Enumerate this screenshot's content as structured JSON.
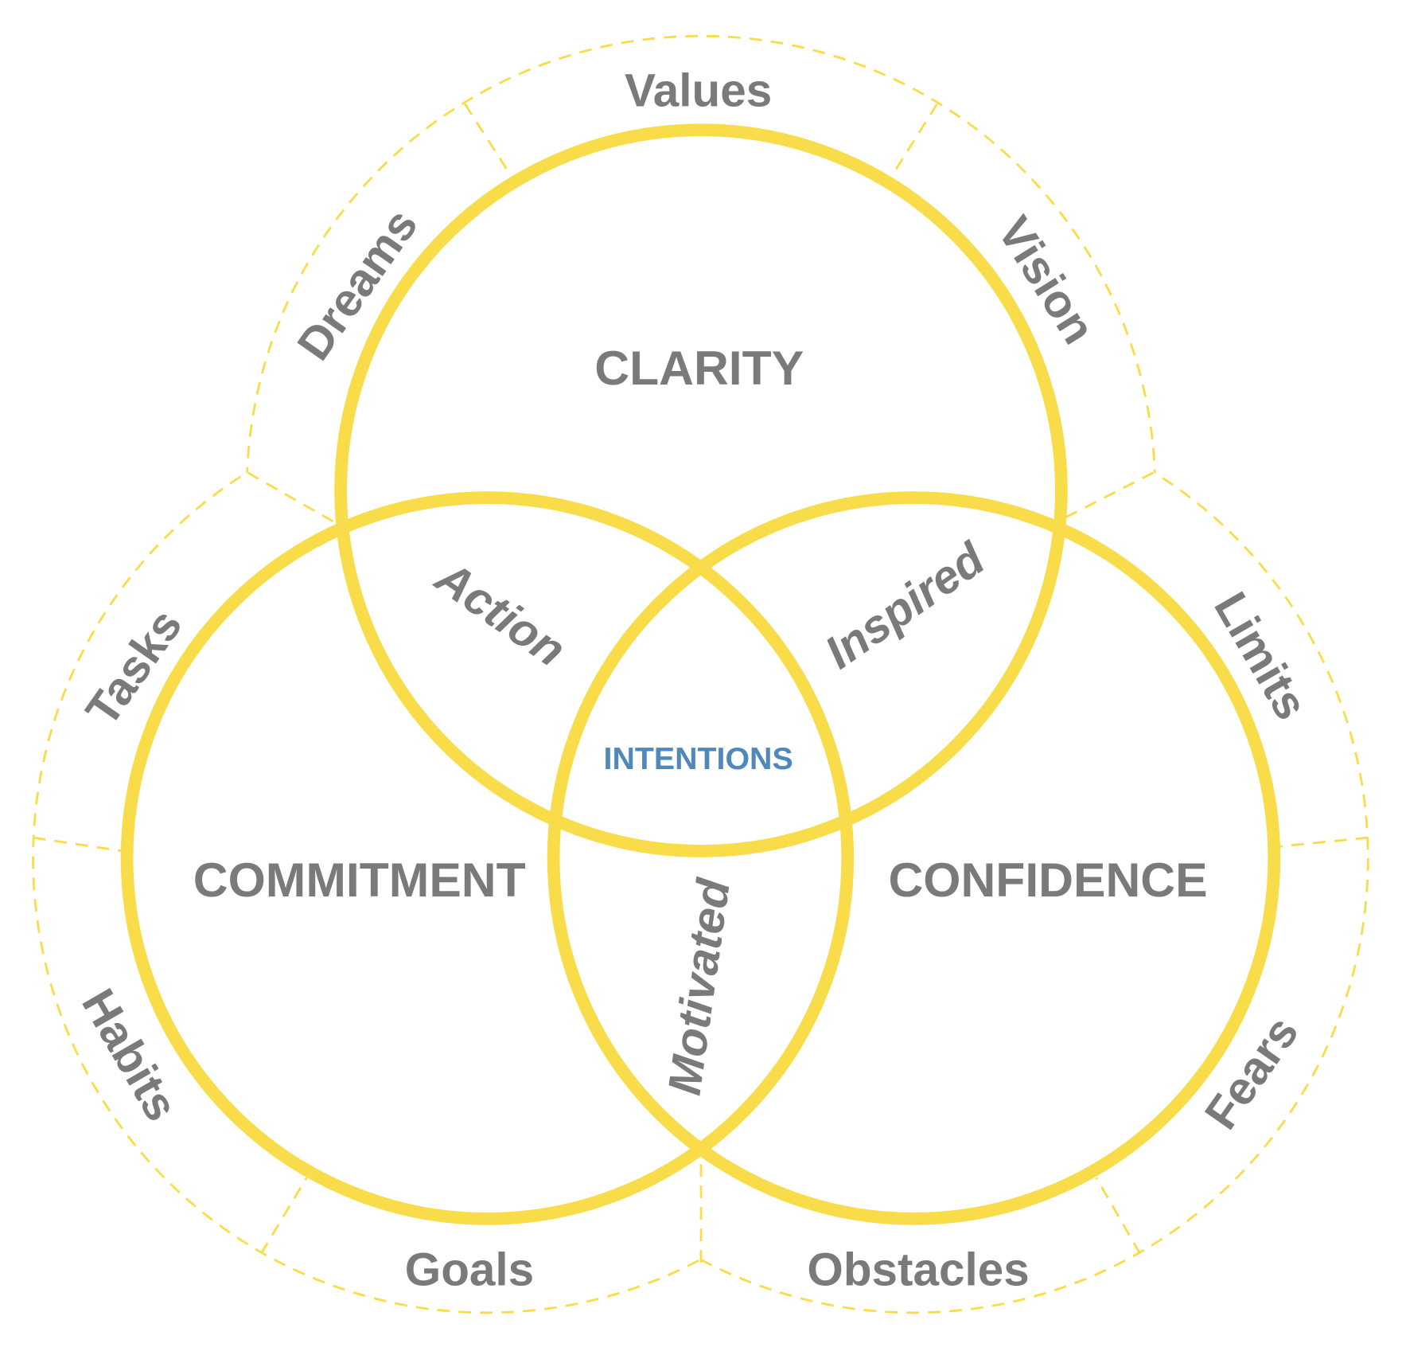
{
  "colors": {
    "circle": "#F9DC4A",
    "text": "#7a7a7a",
    "center": "#4f88ba"
  },
  "circles": {
    "top": "CLARITY",
    "left": "COMMITMENT",
    "right": "CONFIDENCE"
  },
  "overlaps": {
    "top_left": "Action",
    "top_right": "Inspired",
    "left_right": "Motivated",
    "center": "INTENTIONS"
  },
  "outer": {
    "values": "Values",
    "dreams": "Dreams",
    "vision": "Vision",
    "tasks": "Tasks",
    "limits": "Limits",
    "habits": "Habits",
    "fears": "Fears",
    "goals": "Goals",
    "obstacles": "Obstacles"
  }
}
